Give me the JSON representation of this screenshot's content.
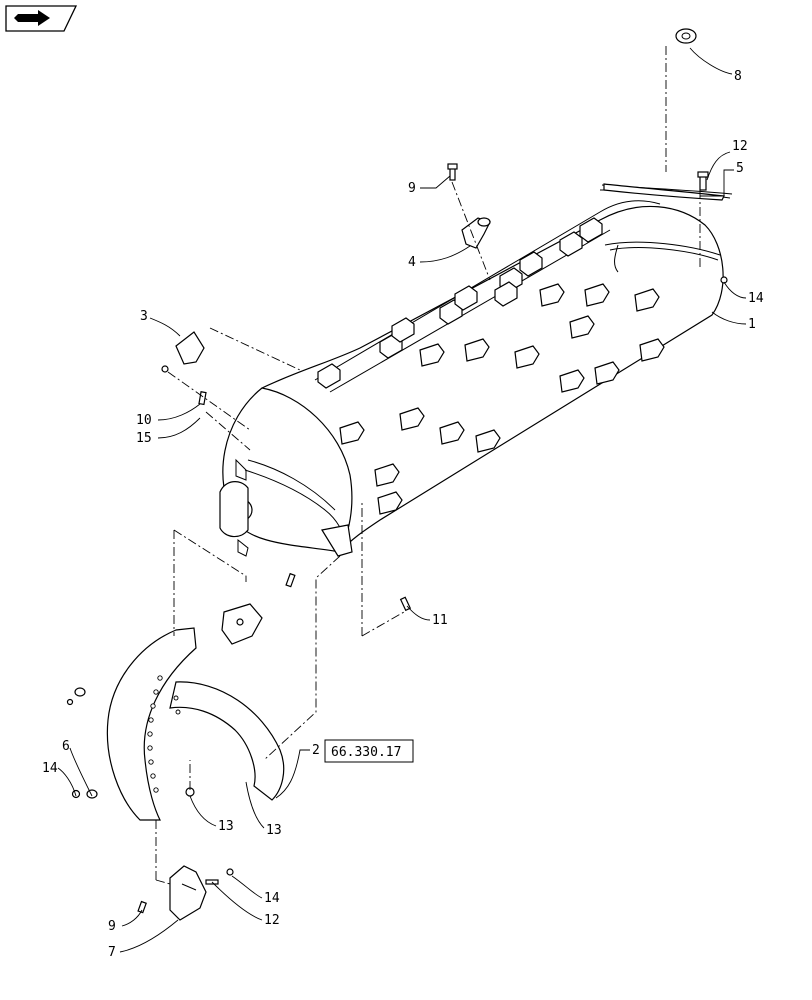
{
  "callouts": {
    "c1": "1",
    "c2": "2",
    "c3": "3",
    "c4": "4",
    "c5": "5",
    "c6": "6",
    "c7": "7",
    "c8": "8",
    "c9a": "9",
    "c9b": "9",
    "c10": "10",
    "c11": "11",
    "c12a": "12",
    "c12b": "12",
    "c13a": "13",
    "c13b": "13",
    "c14a": "14",
    "c14b": "14",
    "c14c": "14",
    "c15": "15"
  },
  "reference_box": "66.330.17",
  "icons": {
    "nav": "return-arrow-icon"
  },
  "colors": {
    "line": "#000000",
    "background": "#ffffff"
  }
}
